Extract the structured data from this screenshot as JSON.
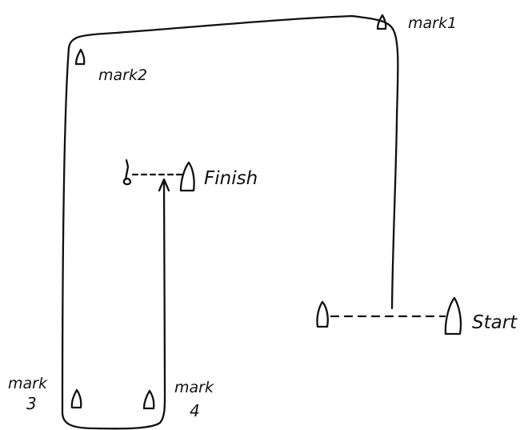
{
  "labels": {
    "mark1": "mark1",
    "mark2": "mark2",
    "mark3_word": "mark",
    "mark3_num": "3",
    "mark4_word": "mark",
    "mark4_num": "4",
    "finish": "Finish",
    "start": "Start"
  },
  "colors": {
    "ink": "#111111",
    "background": "#ffffff"
  }
}
